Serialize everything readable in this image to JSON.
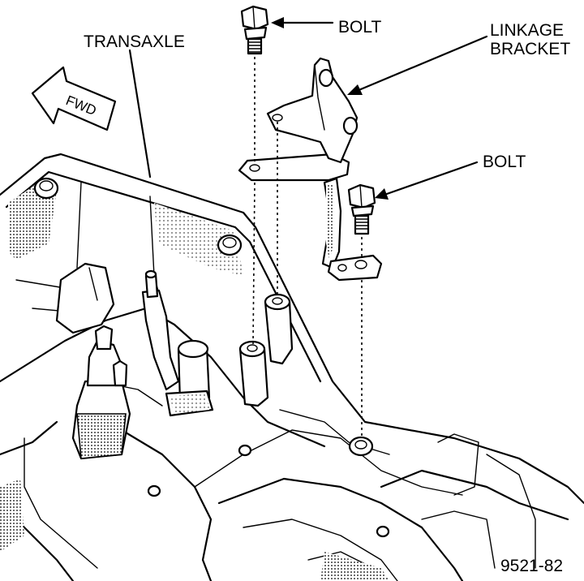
{
  "labels": {
    "bolt_top": "BOLT",
    "linkage_line1": "LINKAGE",
    "linkage_line2": "BRACKET",
    "bolt_right": "BOLT",
    "transaxle": "TRANSAXLE",
    "fwd": "FWD",
    "figure_number": "9521-82"
  }
}
